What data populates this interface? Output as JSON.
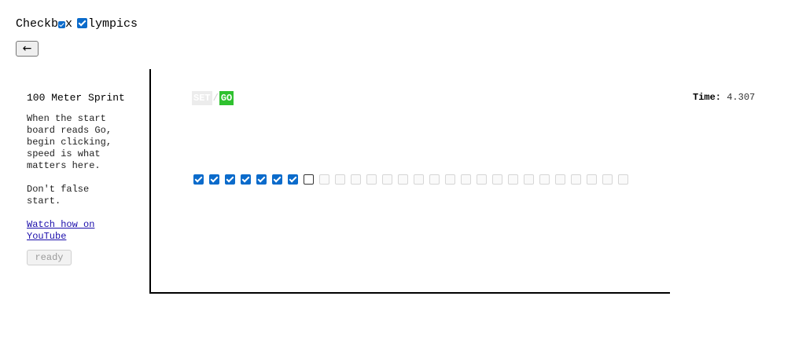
{
  "header": {
    "title_part1": "Checkb",
    "title_part2": "x",
    "title_part3": "lympics",
    "back_label": "←"
  },
  "sidebar": {
    "event_title": "100 Meter Sprint",
    "description": "When the start\nboard reads Go,\nbegin clicking,\nspeed is what\nmatters here.\n\nDon't false\nstart.",
    "link_label": "Watch how on YouTube",
    "ready_label": "ready"
  },
  "race": {
    "board_set": "SET",
    "board_sep": "/",
    "board_go": "GO",
    "time_label": "Time:",
    "time_value": "4.307",
    "checkboxes_total": 28,
    "checkboxes_checked": 7,
    "checkboxes_active_index": 7
  },
  "colors": {
    "checkbox_checked": "#0b6bcb",
    "go_green": "#2fc12f"
  },
  "icons": {
    "back": "left-arrow-icon"
  }
}
